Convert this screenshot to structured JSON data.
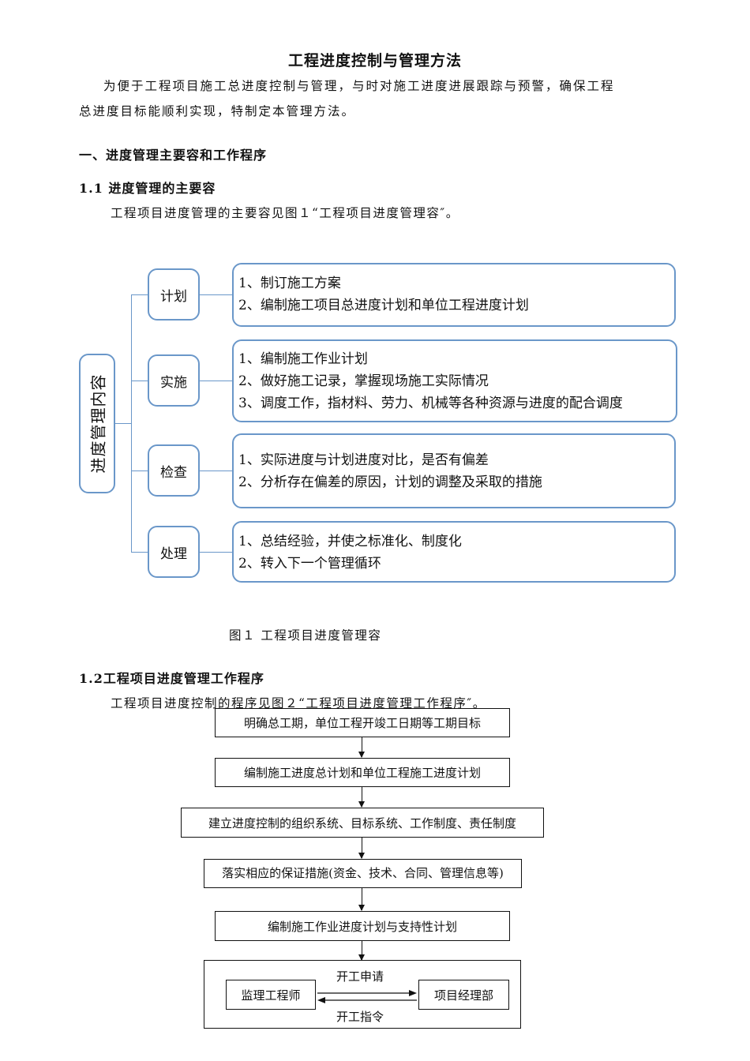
{
  "doc": {
    "title": "工程进度控制与管理方法",
    "intro_1": "为便于工程项目施工总进度控制与管理，与时对施工进度进展跟踪与预警，确保工程",
    "intro_2": "总进度目标能顺利实现，特制定本管理方法。",
    "section_1": "一、进度管理主要容和工作程序",
    "section_1_1": "1.1 进度管理的主要容",
    "section_1_1_text": "工程项目进度管理的主要容见图１“工程项目进度管理容″。",
    "figure_1_caption": "图１ 工程项目进度管理容",
    "section_1_2": "1.2工程项目进度管理工作程序",
    "section_1_2_text": "工程项目进度控制的程序见图２“工程项目进度管理工作程序″。"
  },
  "mindmap": {
    "root": "进度管理内容",
    "categories": [
      {
        "label": "计划",
        "items": [
          "1、制订施工方案",
          "2、编制施工项目总进度计划和单位工程进度计划"
        ]
      },
      {
        "label": "实施",
        "items": [
          "1、编制施工作业计划",
          "2、做好施工记录，掌握现场施工实际情况",
          "3、调度工作，指材料、劳力、机械等各种资源与进度的配合调度"
        ]
      },
      {
        "label": "检查",
        "items": [
          "1、实际进度与计划进度对比，是否有偏差",
          "2、分析存在偏差的原因，计划的调整及采取的措施"
        ]
      },
      {
        "label": "处理",
        "items": [
          "1、总结经验，并使之标准化、制度化",
          "2、转入下一个管理循环"
        ]
      }
    ],
    "line_color": "#6a97c9"
  },
  "flow": {
    "steps": [
      "明确总工期，单位工程开竣工日期等工期目标",
      "编制施工进度总计划和单位工程施工进度计划",
      "建立进度控制的组织系统、目标系统、工作制度、责任制度",
      "落实相应的保证措施(资金、技术、合同、管理信息等)",
      "编制施工作业进度计划与支持性计划"
    ],
    "left_party": "监理工程师",
    "right_party": "项目经理部",
    "request_label": "开工申请",
    "order_label": "开工指令"
  }
}
